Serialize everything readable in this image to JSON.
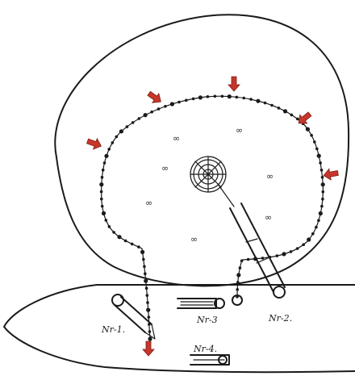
{
  "diagram": {
    "labels": {
      "nr1": "Nr-1.",
      "nr2": "Nr-2.",
      "nr3": "Nr-3",
      "nr4": "Nr-4."
    },
    "fish_glyph": "∞",
    "colors": {
      "ink": "#1a1a1a",
      "arrow": "#c8362a",
      "paper": "#ffffff"
    }
  }
}
